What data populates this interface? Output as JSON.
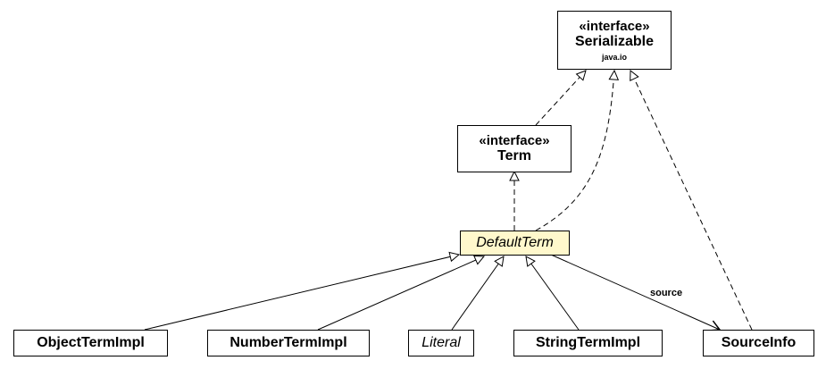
{
  "nodes": {
    "serializable": {
      "stereotype": "«interface»",
      "name": "Serializable",
      "package": "java.io"
    },
    "term": {
      "stereotype": "«interface»",
      "name": "Term"
    },
    "default_term": {
      "name": "DefaultTerm",
      "abstract": true
    },
    "object_term_impl": {
      "name": "ObjectTermImpl"
    },
    "number_term_impl": {
      "name": "NumberTermImpl"
    },
    "literal": {
      "name": "Literal",
      "abstract": true
    },
    "string_term_impl": {
      "name": "StringTermImpl"
    },
    "source_info": {
      "name": "SourceInfo"
    }
  },
  "edges": {
    "association_label": "source"
  },
  "colors": {
    "highlight_fill": "#fff8cc",
    "line": "#000000"
  }
}
